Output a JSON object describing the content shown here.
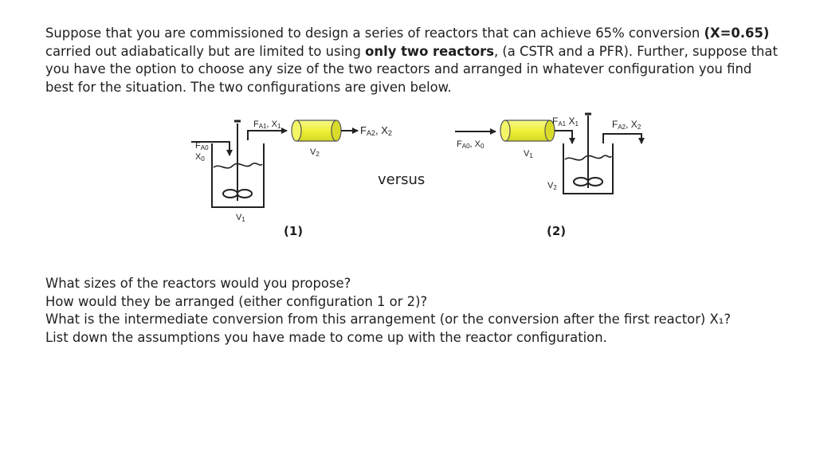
{
  "intro": {
    "p1": "Suppose that you are commissioned to design a series of reactors that can achieve 65% conversion ",
    "b1": "(X=0.65)",
    "p2": " carried out adiabatically but are limited to using ",
    "b2": "only two reactors",
    "p3": ", (a CSTR and a PFR). Further, suppose that you have the option to choose any size of the two reactors and arranged in whatever configuration you find best for the situation. The two configurations are given below."
  },
  "diagram": {
    "config1": {
      "feed_top": "F",
      "feed_top_sub": "A0",
      "feed_bottom": "X",
      "feed_bottom_sub": "0",
      "mid_stream": "F",
      "mid_stream_sub": "A1",
      "mid_stream_x": ", X",
      "mid_stream_x_sub": "1",
      "outlet": "F",
      "outlet_sub": "A2",
      "outlet_x": ", X",
      "outlet_x_sub": "2",
      "pfr_volume": "V",
      "pfr_volume_sub": "2",
      "cstr_volume": "V",
      "cstr_volume_sub": "1",
      "label": "(1)"
    },
    "versus": "versus",
    "config2": {
      "feed": "F",
      "feed_sub": "A0",
      "feed_x": ", X",
      "feed_x_sub": "0",
      "mid_stream": "F",
      "mid_stream_sub": "A1",
      "mid_stream_x": " X",
      "mid_stream_x_sub": "1",
      "outlet": "F",
      "outlet_sub": "A2",
      "outlet_x": ", X",
      "outlet_x_sub": "2",
      "pfr_volume": "V",
      "pfr_volume_sub": "1",
      "cstr_volume": "V",
      "cstr_volume_sub": "2",
      "label": "(2)"
    }
  },
  "questions": [
    "What sizes of the reactors would you propose?",
    "How would they be arranged (either configuration 1 or 2)?",
    "What is the intermediate conversion from this arrangement (or the conversion after the first reactor) X₁?",
    "List down the assumptions you have made to come up with the reactor configuration."
  ]
}
